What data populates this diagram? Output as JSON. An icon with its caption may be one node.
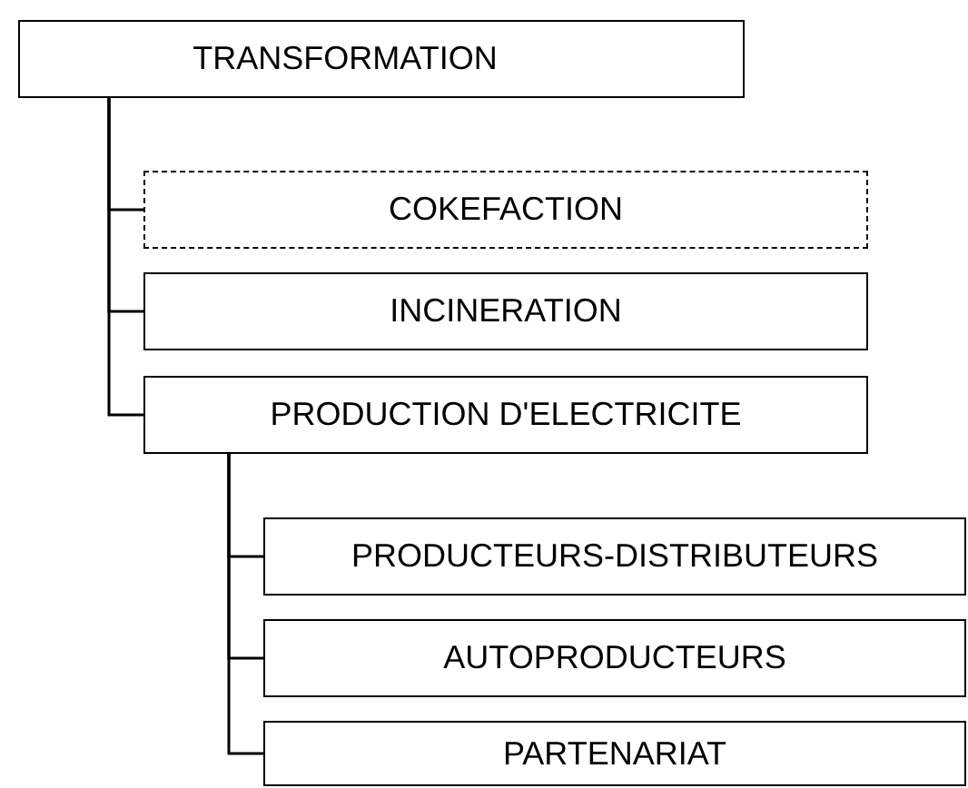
{
  "diagram": {
    "nodes": [
      {
        "text": [
          "TRANSFORMATION"
        ]
      },
      {
        "text": [
          "COKEFACTION"
        ]
      },
      {
        "text": [
          "INCINERATION"
        ]
      },
      {
        "text": [
          "PRODUCTION D'ELECTRICITE"
        ]
      },
      {
        "text": [
          "PRODUCTEURS-DISTRIBUTEURS"
        ]
      },
      {
        "text": [
          "AUTOPRODUCTEURS"
        ]
      },
      {
        "text": [
          "PARTENARIAT"
        ]
      }
    ],
    "edges": [
      {
        "from": 0,
        "to": 1,
        "arrow": "none"
      },
      {
        "from": 0,
        "to": 2,
        "arrow": "none"
      },
      {
        "from": 0,
        "to": 3,
        "arrow": "none"
      },
      {
        "from": 3,
        "to": 4,
        "arrow": "none"
      },
      {
        "from": 3,
        "to": 5,
        "arrow": "none"
      },
      {
        "from": 3,
        "to": 6,
        "arrow": "none"
      }
    ]
  }
}
